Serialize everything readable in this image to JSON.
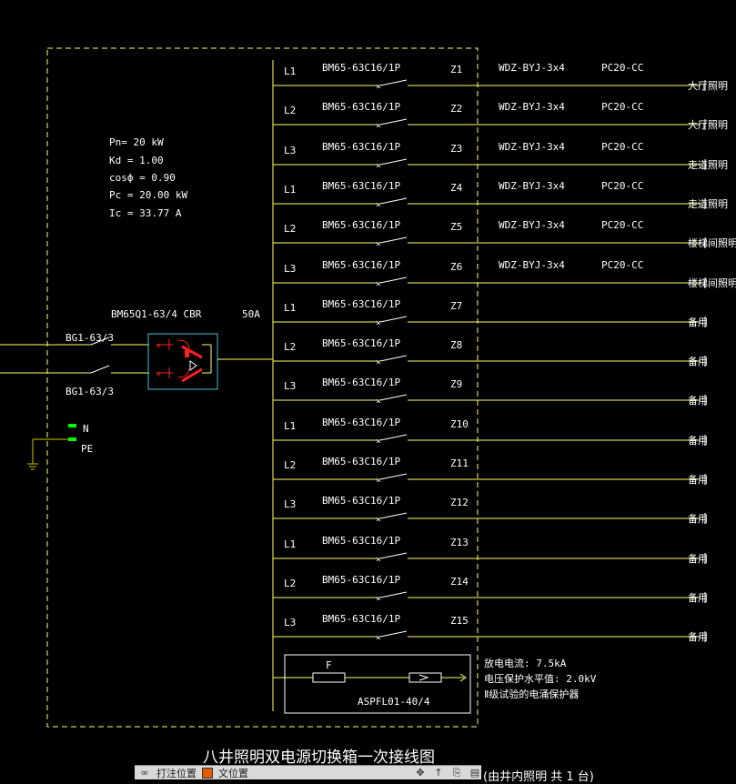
{
  "colors": {
    "background": "#000000",
    "bus_wire": "#ffff66",
    "text": "#ffffff",
    "frame": "#ffff66",
    "device_box": "#40c0d0",
    "breaker_red": "#ff2020",
    "terminal_green": "#00ff00",
    "ground_line": "#c8c800"
  },
  "load_info": {
    "pn": "Pn= 20 kW",
    "kd": "Kd = 1.00",
    "cos": "cosф = 0.90",
    "pc": "Pc = 20.00 kW",
    "ic": "Ic = 33.77 A"
  },
  "incoming": {
    "cbr_label": "BM65Q1-63/4 CBR",
    "rating": "50A",
    "breaker_top": "BG1-63/3",
    "breaker_bottom": "BG1-63/3",
    "n_label": "N",
    "pe_label": "PE"
  },
  "circuits": [
    {
      "phase": "L1",
      "breaker": "BM65-63C16/1P",
      "id": "Z1",
      "cable": "WDZ-BYJ-3x4",
      "conduit": "PC20-CC",
      "load": "大厅照明"
    },
    {
      "phase": "L2",
      "breaker": "BM65-63C16/1P",
      "id": "Z2",
      "cable": "WDZ-BYJ-3x4",
      "conduit": "PC20-CC",
      "load": "大厅照明"
    },
    {
      "phase": "L3",
      "breaker": "BM65-63C16/1P",
      "id": "Z3",
      "cable": "WDZ-BYJ-3x4",
      "conduit": "PC20-CC",
      "load": "走道照明"
    },
    {
      "phase": "L1",
      "breaker": "BM65-63C16/1P",
      "id": "Z4",
      "cable": "WDZ-BYJ-3x4",
      "conduit": "PC20-CC",
      "load": "走道照明"
    },
    {
      "phase": "L2",
      "breaker": "BM65-63C16/1P",
      "id": "Z5",
      "cable": "WDZ-BYJ-3x4",
      "conduit": "PC20-CC",
      "load": "楼梯间照明"
    },
    {
      "phase": "L3",
      "breaker": "BM65-63C16/1P",
      "id": "Z6",
      "cable": "WDZ-BYJ-3x4",
      "conduit": "PC20-CC",
      "load": "楼梯间照明"
    },
    {
      "phase": "L1",
      "breaker": "BM65-63C16/1P",
      "id": "Z7",
      "cable": "",
      "conduit": "",
      "load": "备用"
    },
    {
      "phase": "L2",
      "breaker": "BM65-63C16/1P",
      "id": "Z8",
      "cable": "",
      "conduit": "",
      "load": "备用"
    },
    {
      "phase": "L3",
      "breaker": "BM65-63C16/1P",
      "id": "Z9",
      "cable": "",
      "conduit": "",
      "load": "备用"
    },
    {
      "phase": "L1",
      "breaker": "BM65-63C16/1P",
      "id": "Z10",
      "cable": "",
      "conduit": "",
      "load": "备用"
    },
    {
      "phase": "L2",
      "breaker": "BM65-63C16/1P",
      "id": "Z11",
      "cable": "",
      "conduit": "",
      "load": "备用"
    },
    {
      "phase": "L3",
      "breaker": "BM65-63C16/1P",
      "id": "Z12",
      "cable": "",
      "conduit": "",
      "load": "备用"
    },
    {
      "phase": "L1",
      "breaker": "BM65-63C16/1P",
      "id": "Z13",
      "cable": "",
      "conduit": "",
      "load": "备用"
    },
    {
      "phase": "L2",
      "breaker": "BM65-63C16/1P",
      "id": "Z14",
      "cable": "",
      "conduit": "",
      "load": "备用"
    },
    {
      "phase": "L3",
      "breaker": "BM65-63C16/1P",
      "id": "Z15",
      "cable": "",
      "conduit": "",
      "load": "备用"
    }
  ],
  "spd": {
    "fuse_label": "F",
    "model": "ASPFL01-40/4",
    "note1": "放电电流:   7.5kA",
    "note2": "电压保护水平值:     2.0kV",
    "note3": "Ⅱ级试验的电涌保护器"
  },
  "title": "八井照明双电源切换箱一次接线图",
  "status_right": "(由井内照明 共 1 台)",
  "toolbar": {
    "item1_label": "打注位置",
    "item2_label": "文位置"
  }
}
